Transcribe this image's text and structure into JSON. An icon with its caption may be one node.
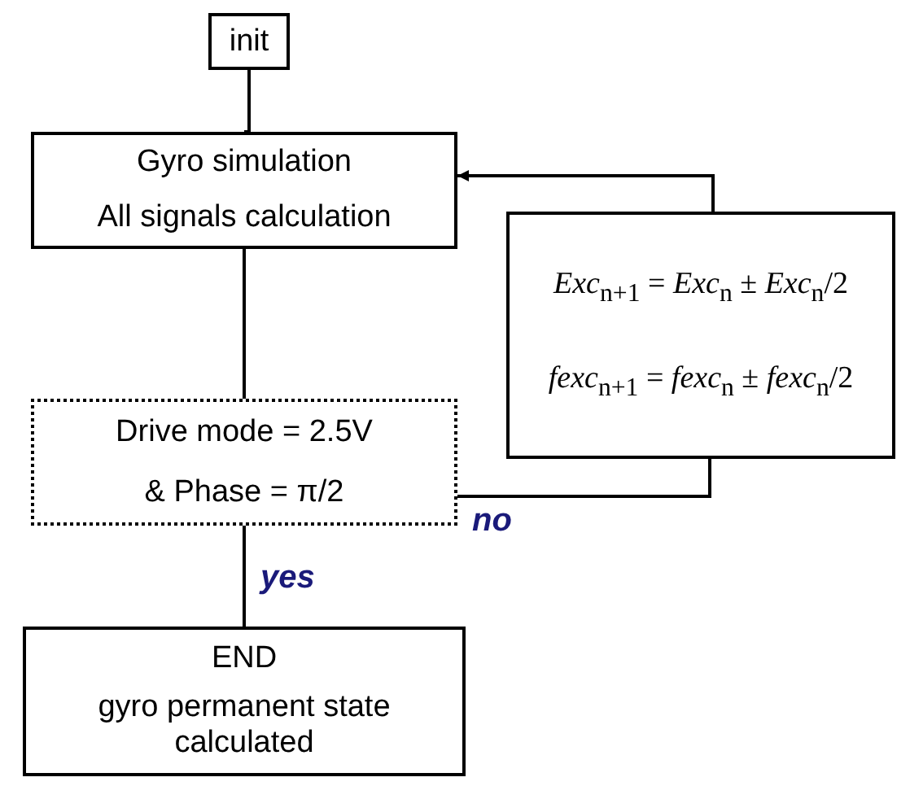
{
  "diagram": {
    "nodes": [
      {
        "text": [
          "init"
        ]
      },
      {
        "text": [
          "Gyro simulation",
          "All signals calculation"
        ]
      },
      {
        "text": [
          "*Exc*$_{n+1}$ = *Exc*$_{n}$ ± *Exc*$_{n}$/2",
          "*fexc*$_{n+1}$ = *fexc*$_{n}$ ± *fexc*$_{n}$/2"
        ]
      },
      {
        "text": [
          "Drive mode = 2.5V",
          "& Phase = π/2"
        ]
      },
      {
        "text": [
          "END",
          "gyro permanent state calculated"
        ]
      }
    ],
    "edges": [
      {
        "from": 0,
        "to": 1,
        "arrow": "none"
      },
      {
        "from": 1,
        "to": 3,
        "arrow": "none"
      },
      {
        "from": 3,
        "to": 4,
        "arrow": "none",
        "label": "yes"
      },
      {
        "from": 3,
        "to": 2,
        "arrow": "none",
        "label": "no"
      },
      {
        "from": 2,
        "to": 1,
        "arrow": "to"
      }
    ]
  }
}
